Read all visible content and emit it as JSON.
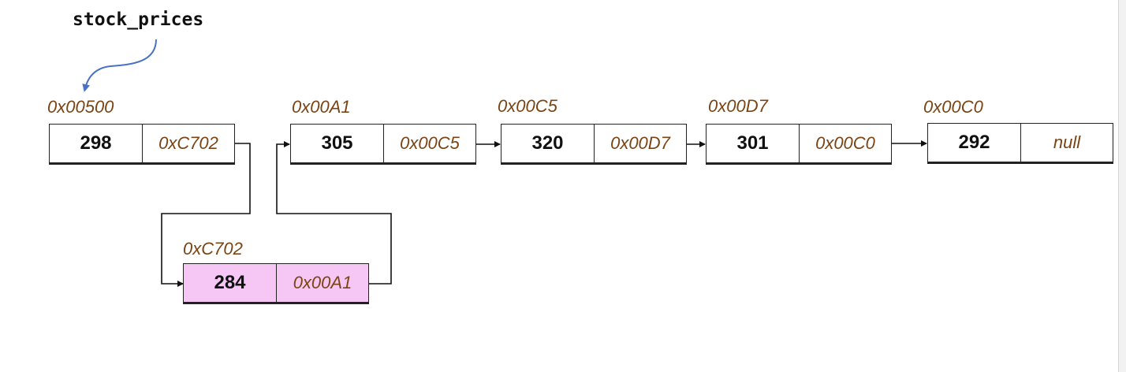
{
  "variable": {
    "label": "stock_prices"
  },
  "nodes": [
    {
      "addr": "0x00500",
      "value": "298",
      "next": "0xC702"
    },
    {
      "addr": "0x00A1",
      "value": "305",
      "next": "0x00C5"
    },
    {
      "addr": "0x00C5",
      "value": "320",
      "next": "0x00D7"
    },
    {
      "addr": "0x00D7",
      "value": "301",
      "next": "0x00C0"
    },
    {
      "addr": "0x00C0",
      "value": "292",
      "next": "null"
    },
    {
      "addr": "0xC702",
      "value": "284",
      "next": "0x00A1"
    }
  ],
  "colors": {
    "address_text": "#7a4414",
    "inserted_node_fill": "#f6c6f4",
    "head_arrow": "#4a72c4",
    "link_lines": "#111111"
  }
}
